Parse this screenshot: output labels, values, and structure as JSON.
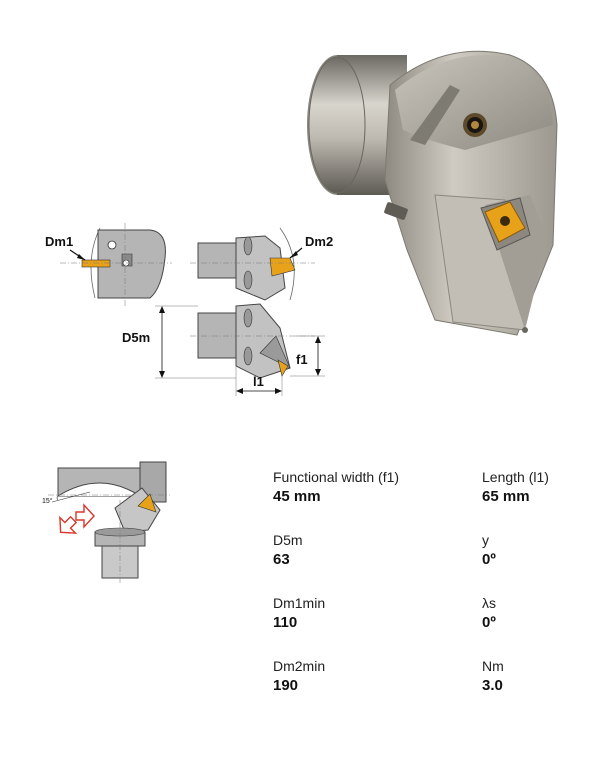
{
  "drawings": {
    "dm1_label": "Dm1",
    "dm2_label": "Dm2",
    "d5m_label": "D5m",
    "f1_label": "f1",
    "l1_label": "l1",
    "angle_label": "15°"
  },
  "specs": [
    {
      "label": "Functional width (f1)",
      "value": "45 mm"
    },
    {
      "label": "Length (l1)",
      "value": "65 mm"
    },
    {
      "label": "D5m",
      "value": "63"
    },
    {
      "label": "y",
      "value": "0º"
    },
    {
      "label": "Dm1min",
      "value": "110"
    },
    {
      "label": "λs",
      "value": "0º"
    },
    {
      "label": "Dm2min",
      "value": "190"
    },
    {
      "label": "Nm",
      "value": "3.0"
    }
  ],
  "colors": {
    "insert": "#e8a21a",
    "arrow": "#d9362b",
    "body_gray": "#a9a59c",
    "drawing_gray": "#b5b5b5"
  }
}
